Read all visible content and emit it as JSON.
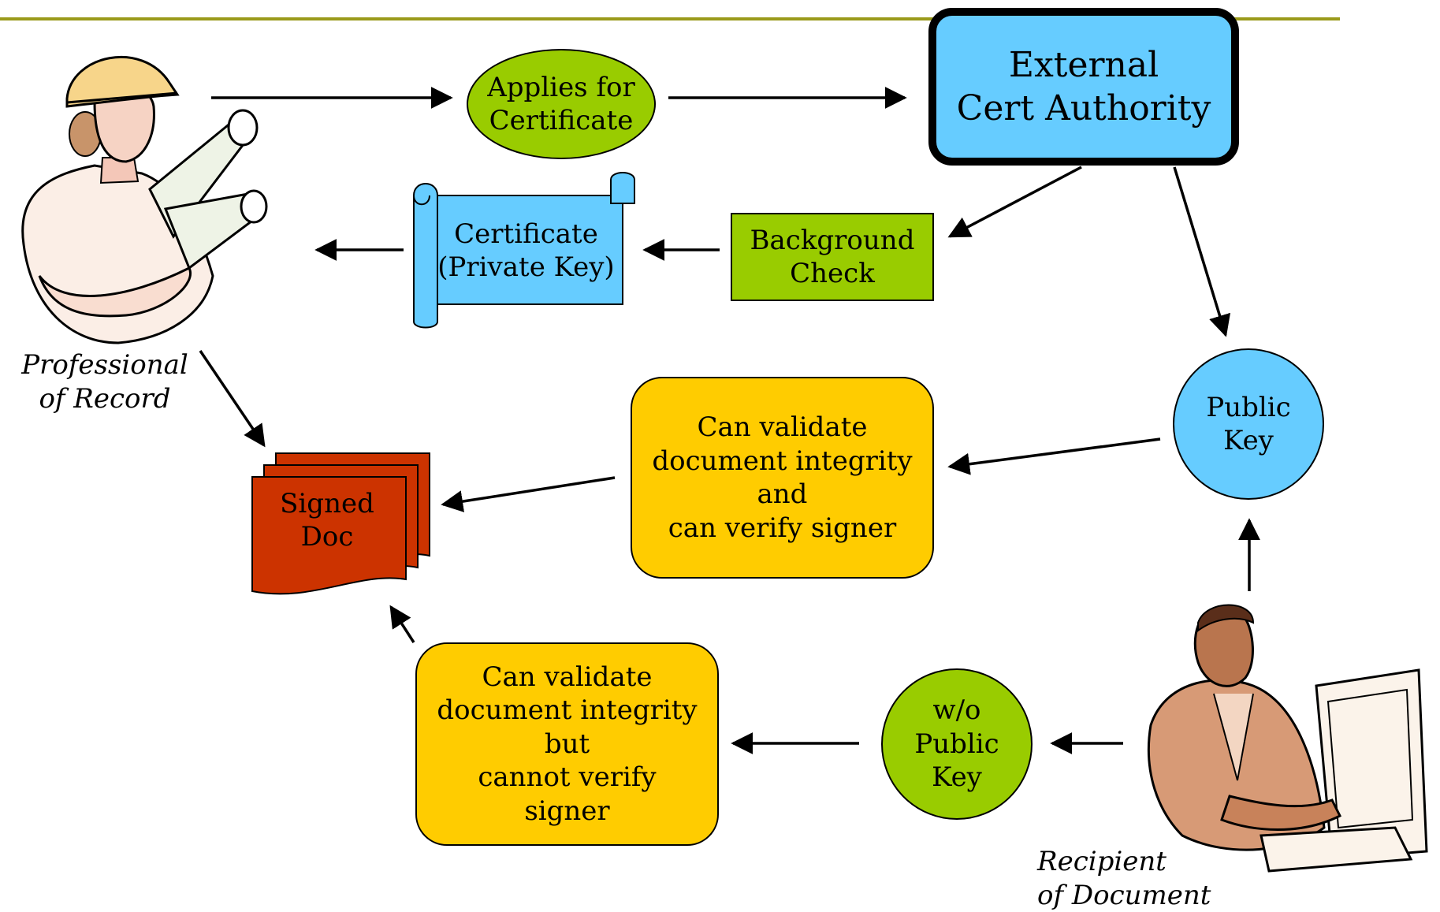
{
  "nodes": {
    "applies": "Applies for\nCertificate",
    "cert_authority": "External\nCert Authority",
    "certificate": "Certificate\n(Private Key)",
    "background_check": "Background\nCheck",
    "public_key": "Public\nKey",
    "can_verify": "Can validate\ndocument integrity\nand\ncan verify signer",
    "signed_doc": "Signed\nDoc",
    "cannot_verify": "Can validate\ndocument integrity\nbut\ncannot verify\nsigner",
    "wo_public_key": "w/o\nPublic\nKey"
  },
  "labels": {
    "professional": "Professional\nof Record",
    "recipient": "Recipient\nof Document"
  },
  "colors": {
    "green": "#99cc00",
    "blue": "#66ccff",
    "gold": "#ffcc00",
    "doc_red": "#cc3300",
    "rule": "#9a9a1a"
  },
  "icons": {
    "professional": "engineer-with-blueprints-icon",
    "recipient": "man-at-computer-icon"
  }
}
